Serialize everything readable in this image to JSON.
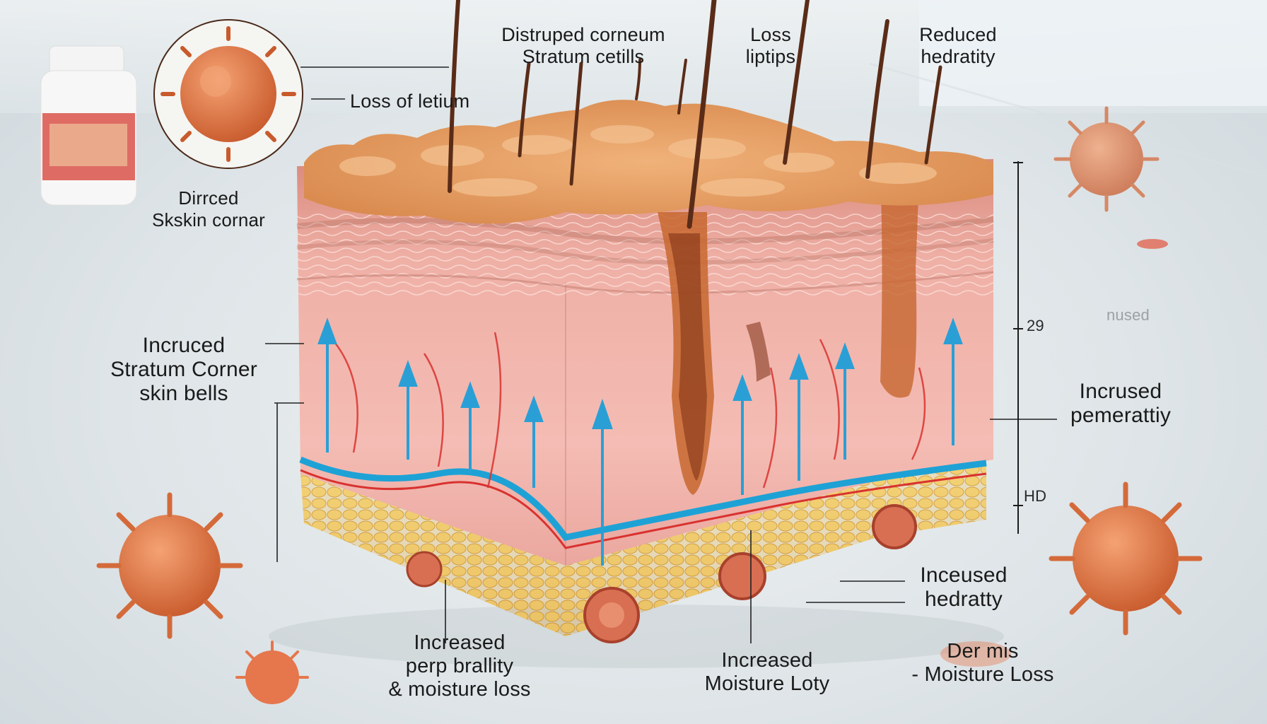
{
  "labels": {
    "disrupted_corneum": "Distruped corneum\nStratum cetills",
    "loss_liptips": "Loss\nliptips",
    "reduced_hedratity": "Reduced\nhedratity",
    "loss_of_letium": "Loss of letium",
    "dirrced_skin": "Dirrced\nSkskin cornar",
    "incruced_stratum": "Incruced\nStratum Corner\nskin bells",
    "incrused_pemerattity": "Incrused\npemerattiy",
    "inceused_hedratty": "Inceused\nhedratty",
    "increased_perp": "Increased\nperp brallity\n& moisture loss",
    "increased_moisture": "Increased\nMoisture Loty",
    "dermis_moisture": "Der mis\n- Moisture Loss"
  },
  "scale": {
    "top_mark": "",
    "mid_value": "29",
    "mid_side": "nused",
    "bottom_value": "HD"
  },
  "colors": {
    "stratum": "#e8a36a",
    "epidermis": "#f0aeab",
    "dermis_line": "#1ea2d6",
    "fat": "#e9c35d",
    "arrow": "#2a9fd6",
    "vessel": "#d9322f",
    "microbe": "#e07a45",
    "hair": "#5a2c18"
  }
}
